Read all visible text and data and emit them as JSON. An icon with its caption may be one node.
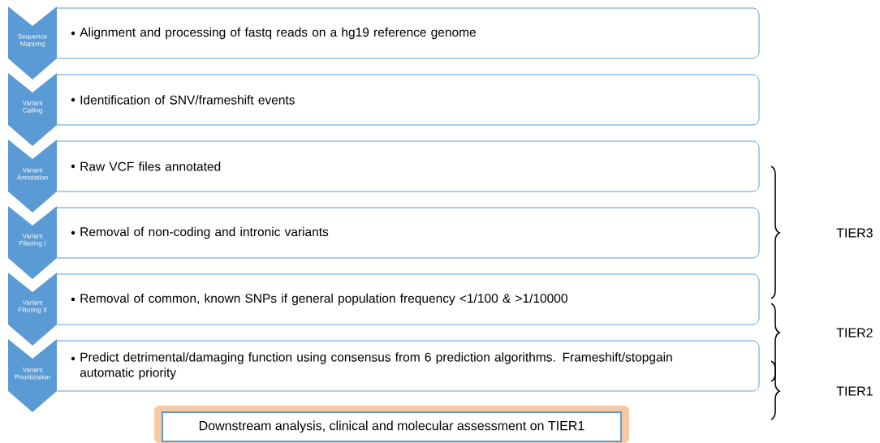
{
  "diagram": {
    "nodes": [
      {
        "text": [
          "Sequence Mapping"
        ]
      },
      {
        "text": [
          "Alignment and processing of fastq reads on a hg19 reference genome"
        ]
      },
      {
        "text": [
          "Variant Calling"
        ]
      },
      {
        "text": [
          "Identification of SNV/frameshift events"
        ]
      },
      {
        "text": [
          "Variant Annotation"
        ]
      },
      {
        "text": [
          "Raw VCF files annotated"
        ]
      },
      {
        "text": [
          "Variant Filtering I"
        ]
      },
      {
        "text": [
          "Removal of non-coding and intronic variants"
        ]
      },
      {
        "text": [
          "Variant Filtering II"
        ]
      },
      {
        "text": [
          "Removal of common, known SNPs if general population frequency <1/100 & >1/10000"
        ]
      },
      {
        "text": [
          "Variant Prioritization"
        ]
      },
      {
        "text": [
          "Predict detrimental/damaging function using consensus from 6 prediction algorithms. Frameshift/stopgain automatic priority"
        ]
      },
      {
        "text": [
          "Downstream analysis, clinical and molecular assessment on TIER1"
        ]
      }
    ],
    "labels": [
      "TIER3",
      "TIER2",
      "TIER1"
    ]
  }
}
